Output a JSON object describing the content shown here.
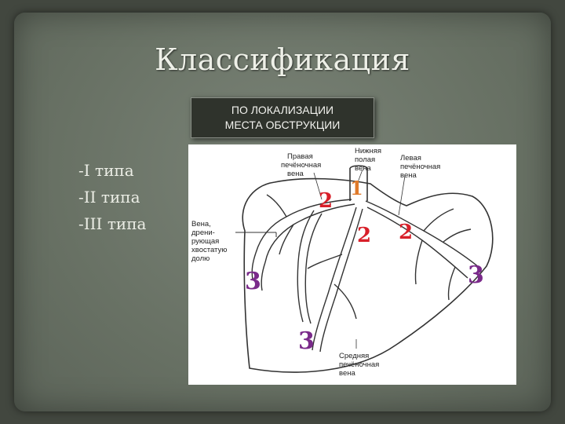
{
  "title": "Классификация",
  "subtitle": {
    "line1": "ПО ЛОКАЛИЗАЦИИ",
    "line2": "МЕСТА ОБСТРУКЦИИ"
  },
  "types": [
    "-I типа",
    "-II типа",
    "-III типа"
  ],
  "diagram": {
    "labels": {
      "right_vein": [
        "Правая",
        "печёночная",
        "вена"
      ],
      "ivc": [
        "Нижняя",
        "полая",
        "вена"
      ],
      "left_vein": [
        "Левая",
        "печёночная",
        "вена"
      ],
      "caudate_vein": [
        "Вена,",
        "дрени-",
        "рующая",
        "хвостатую",
        "долю"
      ],
      "middle_vein": [
        "Средняя",
        "печёночная",
        "вена"
      ]
    },
    "markers": {
      "m1": "1",
      "m2a": "2",
      "m2b": "2",
      "m2c": "2",
      "m3a": "3",
      "m3b": "3",
      "m3c": "3"
    },
    "colors": {
      "type1": "#e07a2a",
      "type2": "#d8202a",
      "type3": "#7a2a8a"
    }
  }
}
